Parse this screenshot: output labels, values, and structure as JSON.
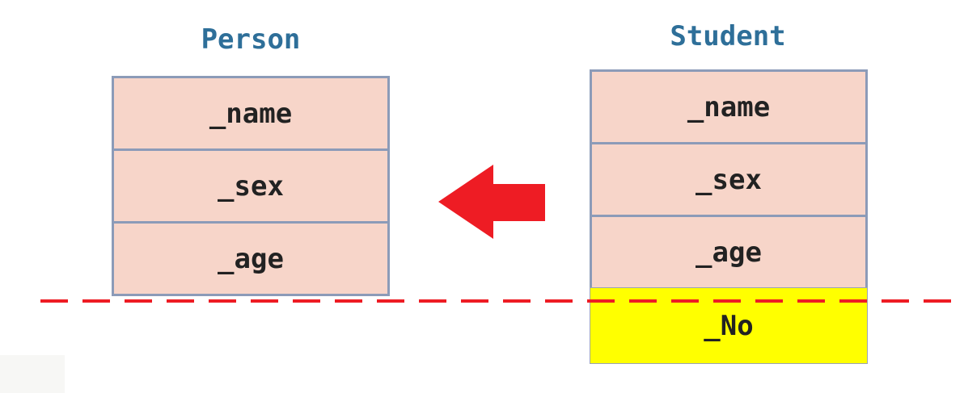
{
  "classes": [
    {
      "name": "Person",
      "fields": [
        "_name",
        "_sex",
        "_age"
      ],
      "extra_fields": []
    },
    {
      "name": "Student",
      "fields": [
        "_name",
        "_sex",
        "_age"
      ],
      "extra_fields": [
        "_No"
      ]
    }
  ],
  "colors": {
    "title": "#2e6f99",
    "field_fill": "#f7d5c9",
    "field_border": "#8c9bb8",
    "extra_field_fill": "#ffff00",
    "arrow": "#ee1c24",
    "dashed_line": "#ee1c24"
  },
  "arrow": {
    "direction": "left",
    "from": "Student",
    "to": "Person"
  }
}
